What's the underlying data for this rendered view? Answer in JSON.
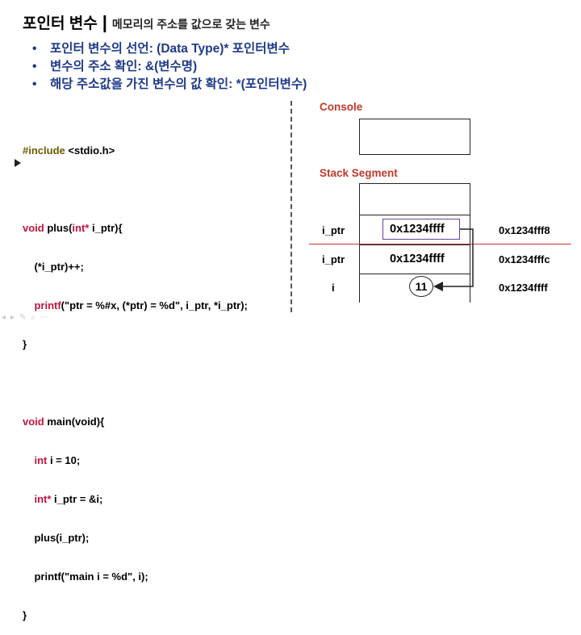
{
  "title": {
    "main": "포인터 변수",
    "separator": "|",
    "subtitle": "메모리의 주소를 값으로 갖는 변수"
  },
  "bullets": [
    "포인터 변수의 선언: (Data Type)* 포인터변수",
    "변수의 주소 확인: &(변수명)",
    "해당 주소값을 가진 변수의 값 확인: *(포인터변수)"
  ],
  "code": {
    "include": "#include",
    "include_file": "<stdio.h>",
    "plus_sig_kw": "void",
    "plus_sig_name": " plus(",
    "plus_sig_type": "int*",
    "plus_sig_rest": " i_ptr){",
    "plus_body1": "(*i_ptr)++;",
    "plus_body2_fn": "printf",
    "plus_body2_args": "(\"ptr = %#x, (*ptr) = %d\", i_ptr, *i_ptr);",
    "close1": "}",
    "main_sig_kw": "void",
    "main_sig_rest": " main(void){",
    "main_l1_kw": "int",
    "main_l1_rest": " i = 10;",
    "main_l2_kw": "int*",
    "main_l2_rest": " i_ptr = &i;",
    "main_l3": "plus(i_ptr);",
    "main_l4": "printf(\"main i = %d\", i);",
    "close2": "}"
  },
  "console": {
    "label": "Console"
  },
  "stack": {
    "label": "Stack Segment",
    "rows": [
      {
        "var": "i_ptr",
        "value": "0x1234ffff",
        "address": "0x1234fff8"
      },
      {
        "var": "i_ptr",
        "value": "0x1234ffff",
        "address": "0x1234fffc"
      },
      {
        "var": "i",
        "value": "11",
        "address": "0x1234ffff"
      }
    ]
  },
  "colors": {
    "bullet_text": "#1f3a8a",
    "section_label": "#c0392b",
    "keyword": "#c0143c",
    "divider_line": "#c0392b",
    "pointer_box": "#6b3fa0"
  }
}
